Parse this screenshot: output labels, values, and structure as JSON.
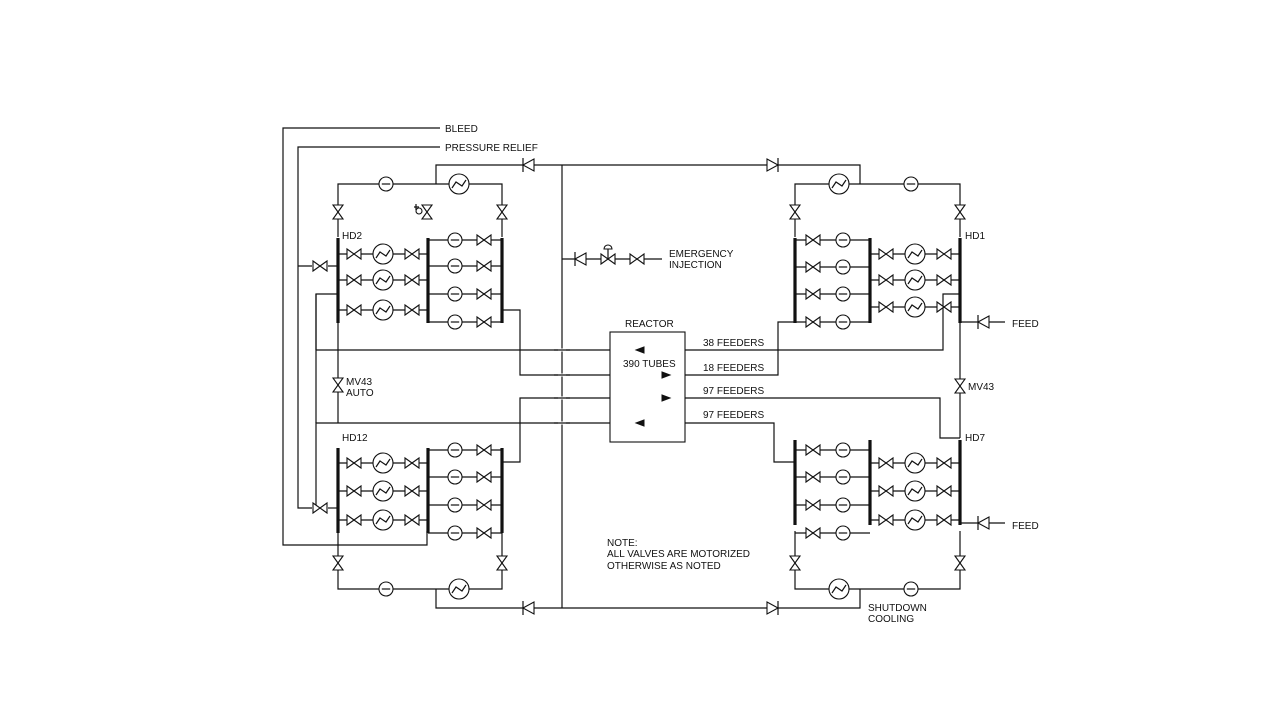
{
  "labels": {
    "bleed": "BLEED",
    "pressure_relief": "PRESSURE RELIEF",
    "emergency_1": "EMERGENCY",
    "emergency_2": "INJECTION",
    "reactor": "REACTOR",
    "tubes": "390 TUBES",
    "feeders_1": "38 FEEDERS",
    "feeders_2": "18 FEEDERS",
    "feeders_3": "97 FEEDERS",
    "feeders_4": "97 FEEDERS",
    "hd2": "HD2",
    "hd1": "HD1",
    "hd12": "HD12",
    "hd7": "HD7",
    "mv43_left_1": "MV43",
    "mv43_left_2": "AUTO",
    "mv43_right": "MV43",
    "feed_top": "FEED",
    "feed_bottom": "FEED",
    "note_1": "NOTE:",
    "note_2": "ALL VALVES ARE MOTORIZED",
    "note_3": "OTHERWISE AS NOTED",
    "shutdown_1": "SHUTDOWN",
    "shutdown_2": "COOLING"
  },
  "colors": {
    "line": "#111111",
    "background": "#ffffff"
  },
  "icons": [
    "gate-valve-icon",
    "check-valve-icon",
    "pump-icon",
    "heat-exchanger-icon",
    "flow-arrow-icon"
  ]
}
